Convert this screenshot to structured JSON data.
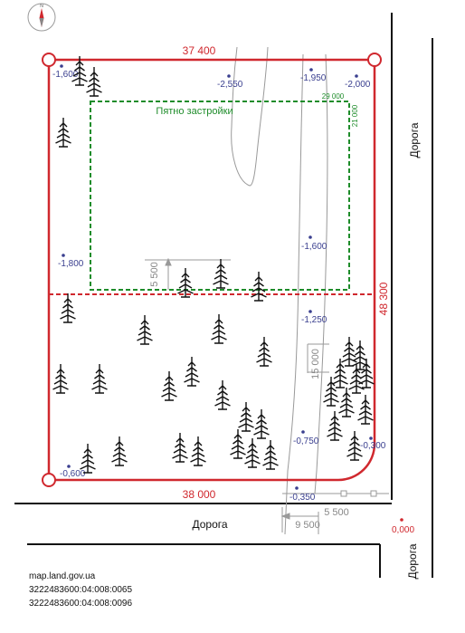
{
  "compass": {
    "label": "N"
  },
  "plot": {
    "dim_top": "37 400",
    "dim_right": "48 300",
    "dim_bottom": "38 000",
    "zone_label": "Пятно застройки",
    "zone_dim_width": "29 000",
    "zone_dim_height": "21 000",
    "setback_top": "5 500",
    "setback_mid": "15 000",
    "setback_bottom_1": "5 500",
    "setback_bottom_2": "9 500"
  },
  "elevations": [
    {
      "id": "e1",
      "value": "-1,600"
    },
    {
      "id": "e2",
      "value": "-2,550"
    },
    {
      "id": "e3",
      "value": "-1,950"
    },
    {
      "id": "e4",
      "value": "-2,000"
    },
    {
      "id": "e5",
      "value": "-1,800"
    },
    {
      "id": "e6",
      "value": "-1,600"
    },
    {
      "id": "e7",
      "value": "-1,250"
    },
    {
      "id": "e8",
      "value": "-0,750"
    },
    {
      "id": "e9",
      "value": "-0,300"
    },
    {
      "id": "e10",
      "value": "-0,600"
    },
    {
      "id": "e11",
      "value": "-0,350"
    },
    {
      "id": "e12",
      "value": "0,000"
    }
  ],
  "roads": {
    "right_label": "Дорога",
    "bottom_label": "Дорога",
    "corner_label": "Дорога"
  },
  "footer": {
    "source": "map.land.gov.ua",
    "cadastre_1": "3222483600:04:008:0065",
    "cadastre_2": "3222483600:04:008:0096"
  },
  "colors": {
    "boundary": "#d0282e",
    "build_zone": "#1e8c2a",
    "elevation_text": "#3a3f8f",
    "contour": "#999999"
  }
}
